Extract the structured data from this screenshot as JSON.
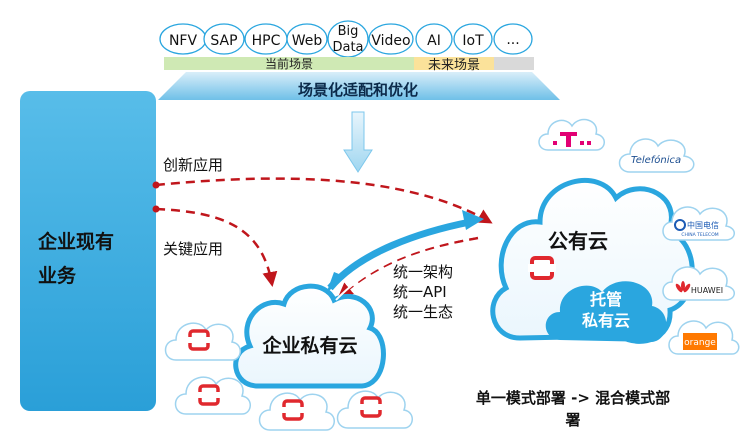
{
  "scenarios": {
    "items": [
      "NFV",
      "SAP",
      "HPC",
      "Web",
      "Big",
      "Data",
      "Video",
      "AI",
      "IoT",
      "..."
    ],
    "current_label": "当前场景",
    "future_label": "未来场景",
    "adaptation_label": "场景化适配和优化"
  },
  "enterprise": {
    "title_line1": "企业现有",
    "title_line2": "业务"
  },
  "flows": {
    "innovation_app": "创新应用",
    "key_app": "关键应用"
  },
  "clouds": {
    "public": "公有云",
    "private": "企业私有云",
    "hosted_line1": "托管",
    "hosted_line2": "私有云"
  },
  "unify": {
    "architecture": "统一架构",
    "api": "统一API",
    "ecosystem": "统一生态"
  },
  "footer": {
    "line1": "单一模式部署 -> 混合模式部",
    "line2": "署"
  },
  "partners": {
    "telefonica": "Telefónica",
    "china_telecom": "中国电信",
    "china_telecom_en": "CHINA TELECOM",
    "huawei": "HUAWEI",
    "orange": "orange"
  },
  "colors": {
    "accent_blue": "#2aa6df",
    "arrow_red": "#c0161c",
    "openstack_red": "#e0282e",
    "telekom_magenta": "#e20074",
    "orange": "#ff7900"
  }
}
